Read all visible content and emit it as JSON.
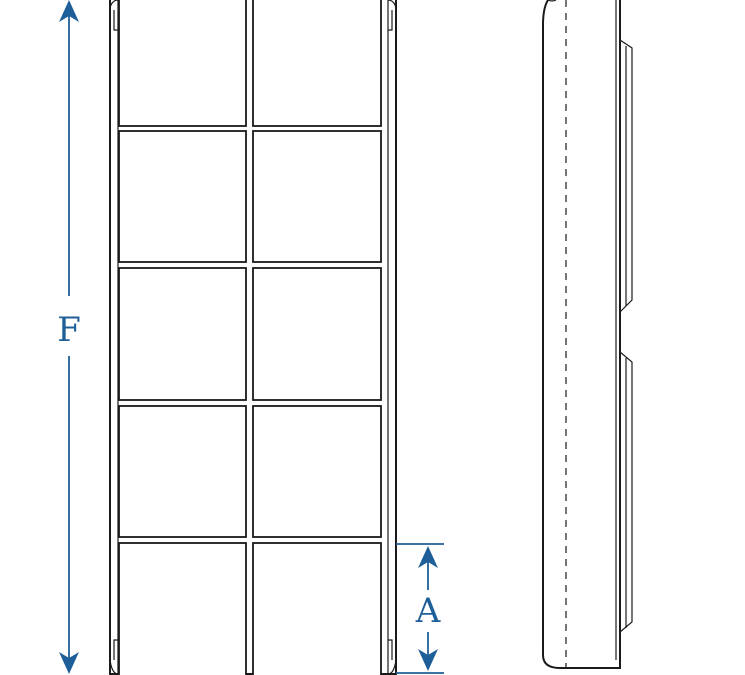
{
  "dimensions": {
    "height_label": "F",
    "cell_label": "A"
  },
  "colors": {
    "dimension": "#1f5f99",
    "linework": "#1a1a1a",
    "background": "#ffffff"
  },
  "grid": {
    "columns": 2,
    "rows": 5
  }
}
